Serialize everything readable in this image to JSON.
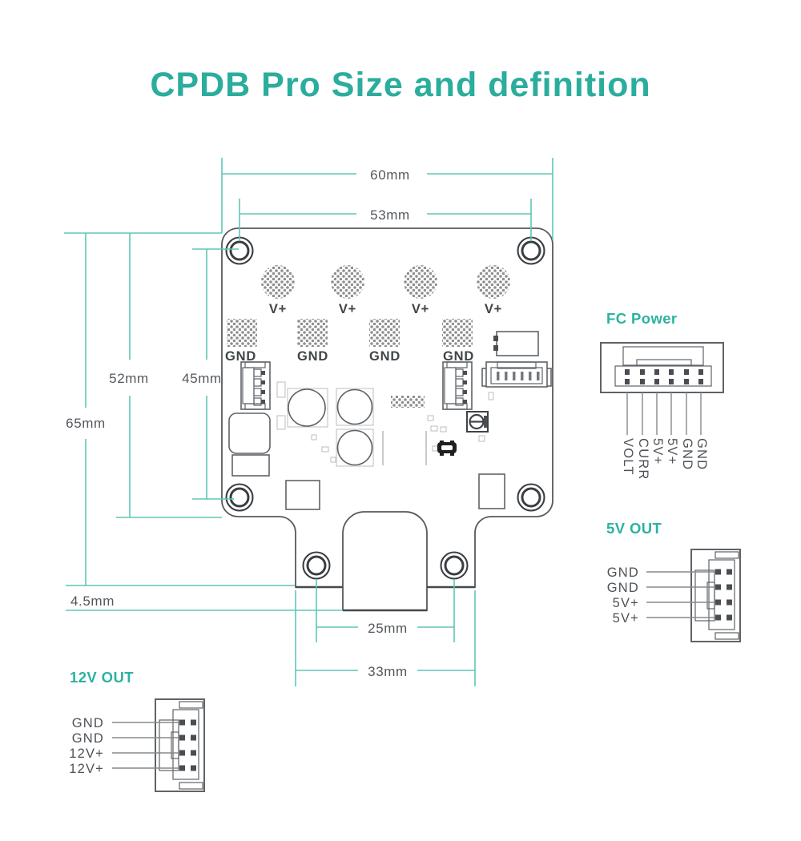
{
  "title": "CPDB Pro Size and definition",
  "dims": {
    "w_outer": "60mm",
    "w_holes": "53mm",
    "h_body": "52mm",
    "h_holes": "45mm",
    "h_total": "65mm",
    "tab_offset": "4.5mm",
    "tab_holes": "25mm",
    "tab_width": "33mm"
  },
  "board": {
    "vplus": [
      "V+",
      "V+",
      "V+",
      "V+"
    ],
    "gnd": [
      "GND",
      "GND",
      "GND",
      "GND"
    ]
  },
  "fc_power": {
    "title": "FC Power",
    "pins": [
      "VOLT",
      "CURR",
      "5V+",
      "5V+",
      "GND",
      "GND"
    ]
  },
  "out_5v": {
    "title": "5V OUT",
    "pins": [
      "GND",
      "GND",
      "5V+",
      "5V+"
    ]
  },
  "out_12v": {
    "title": "12V OUT",
    "pins": [
      "GND",
      "GND",
      "12V+",
      "12V+"
    ]
  },
  "colors": {
    "accent": "#2bad9d",
    "dim_line": "#5ec6b6",
    "label_gray": "#4d5257"
  }
}
